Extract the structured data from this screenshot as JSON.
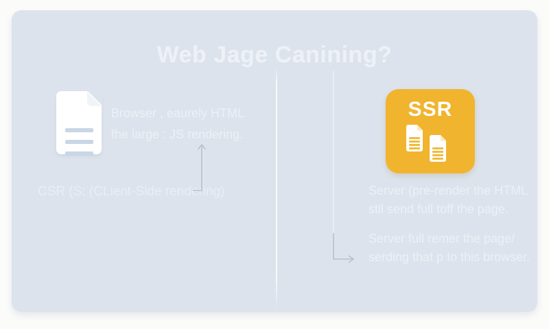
{
  "title": "Web Jage Canining?",
  "left_section": {
    "icon": "document-icon",
    "description_line1": "Browser , eaurely HTML",
    "description_line2": "fhe large : JS rendering.",
    "label": "CSR (S: (CLient-Side rendering)",
    "arrow": "arrow-up-icon"
  },
  "right_section": {
    "card_label": "SSR",
    "card_icon": "stacked-documents-icon",
    "paragraph1_line1": "Server (pre-render the HTML",
    "paragraph1_line2": "stll send full toff the page.",
    "paragraph2_line1": "Server full remer the page/",
    "paragraph2_line2": "serding that p to this browser.",
    "arrow": "arrow-right-elbow-icon"
  },
  "divider": "vertical-divider",
  "colors": {
    "canvas_bg": "#fbfbfa",
    "panel_bg": "#dde3ec",
    "title_text": "#eef2f8",
    "body_text": "#ecf0f7",
    "label_text": "#e9eef5",
    "ssr_bg": "#f1b42f",
    "ssr_line": "#f0bc3c",
    "icon_white": "#ffffff",
    "doc_line": "#c9d6e6",
    "arrow": "#b7c1ce",
    "divider": "#f2f5f9"
  }
}
